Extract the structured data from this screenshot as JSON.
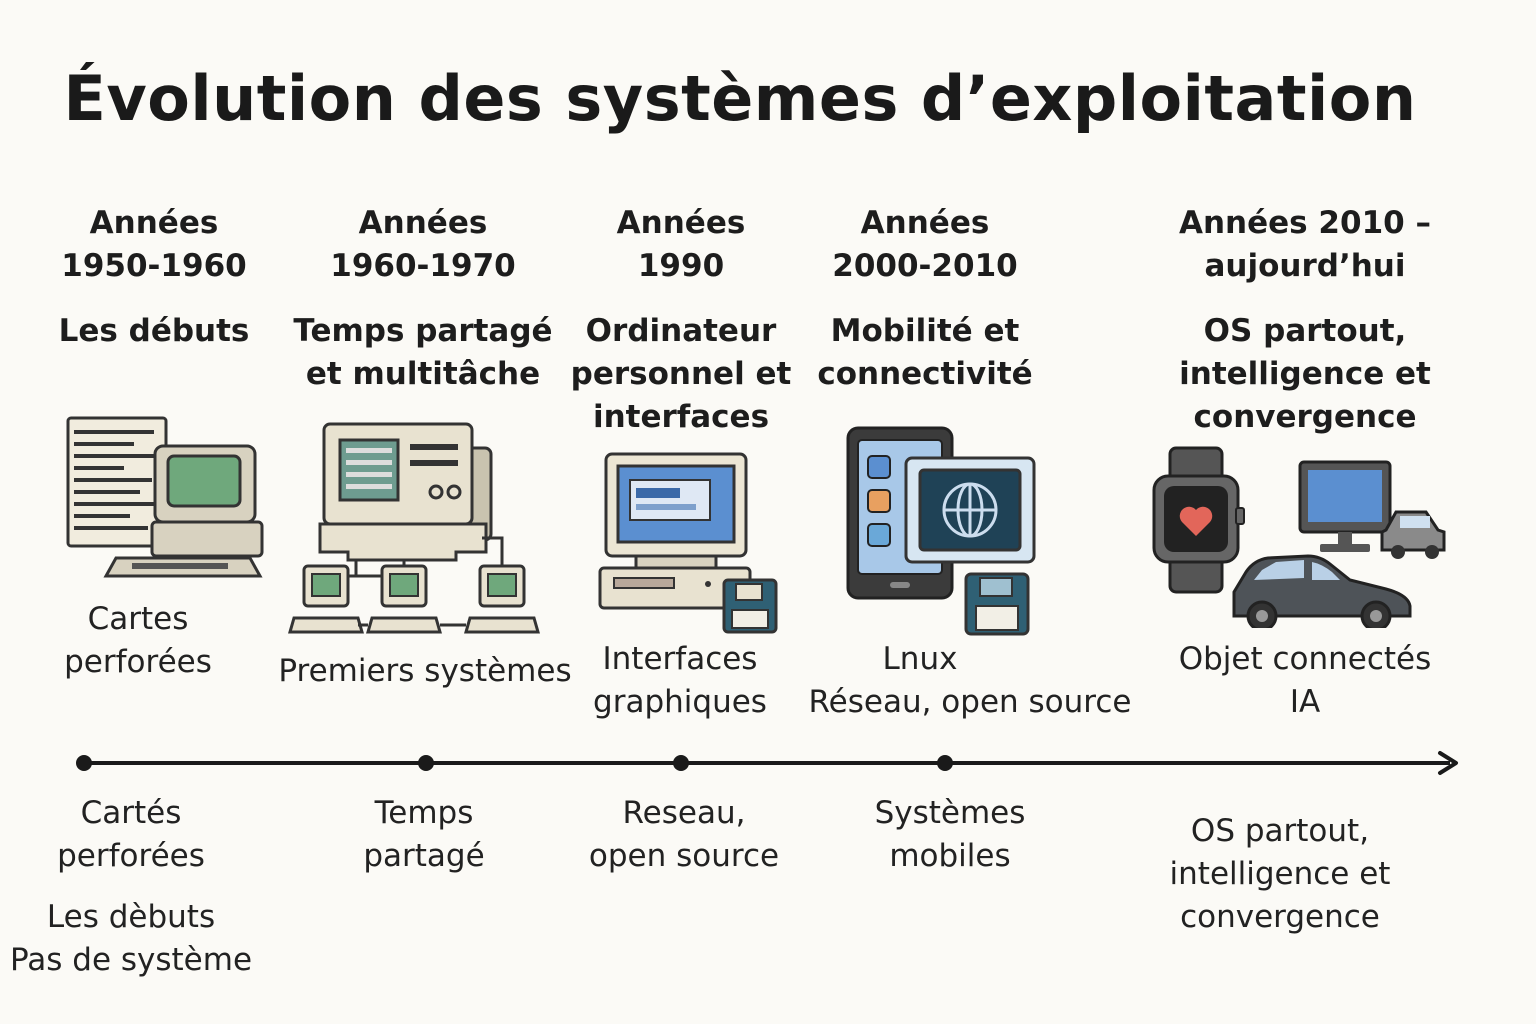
{
  "title": "Évolution des systèmes d’exploitation",
  "eras": [
    {
      "years": [
        "Années",
        "1950-1960"
      ],
      "theme": [
        "Les débuts"
      ],
      "caption": [
        "Cartes",
        "perforées"
      ],
      "icon": "punch-card-computer-icon"
    },
    {
      "years": [
        "Années",
        "1960-1970"
      ],
      "theme": [
        "Temps partagé",
        "et multitâche"
      ],
      "caption": [
        "Premiers systèmes"
      ],
      "icon": "mainframe-terminals-icon"
    },
    {
      "years": [
        "Années",
        "1990"
      ],
      "theme": [
        "Ordinateur",
        "personnel et",
        "interfaces"
      ],
      "caption": [
        "Interfaces",
        "graphiques"
      ],
      "icon": "personal-computer-icon"
    },
    {
      "years": [
        "Années",
        "2000-2010"
      ],
      "theme": [
        "Mobilité et",
        "connectivité"
      ],
      "caption": [
        "Lnux",
        "Réseau, open source"
      ],
      "icon": "mobile-devices-icon"
    },
    {
      "years": [
        "Années 2010 –",
        "aujourd’hui"
      ],
      "theme": [
        "OS partout,",
        "intelligence et",
        "convergence"
      ],
      "caption": [
        "Objet connectés",
        "IA"
      ],
      "icon": "connected-objects-icon"
    }
  ],
  "timeline_labels": [
    [
      "Cartés",
      "perforées",
      "Les dèbuts",
      "Pas de système"
    ],
    [
      "Temps",
      "partagé"
    ],
    [
      "Reseau,",
      "open source"
    ],
    [
      "Systèmes",
      "mobiles"
    ],
    [
      "OS partout,",
      "intelligence et",
      "convergence"
    ]
  ],
  "colors": {
    "screen_green": "#6fa87c",
    "screen_blue": "#5b8fd0",
    "heart": "#e2665a",
    "line": "#1a1a1a"
  }
}
